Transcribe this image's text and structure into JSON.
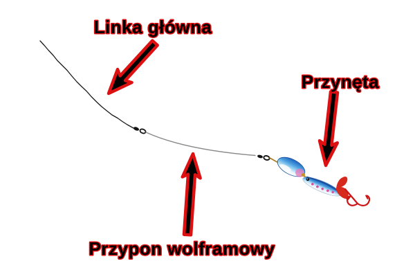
{
  "diagram": {
    "type": "fishing-rig-annotated-diagram",
    "labels": {
      "main_line": "Linka główna",
      "bait": "Przynęta",
      "leader": "Przypon wolframowy"
    },
    "colors": {
      "background": "#ffffff",
      "label_text": "#000000",
      "label_outline": "#dd1111",
      "arrow_fill": "#000000",
      "arrow_outline": "#dd1111",
      "main_line": "#1a1a1a",
      "leader_line": "#8a8a8a",
      "lure_blue": "#2a7fd4",
      "lure_blue_dark": "#1b4fa0",
      "lure_belly": "#f4faff",
      "lure_spots": "#d94f9e",
      "blade_pink": "#e878b8",
      "tail_fin": "#d62a1e",
      "hook": "#cc1616",
      "wire_gold": "#a8791a"
    }
  }
}
